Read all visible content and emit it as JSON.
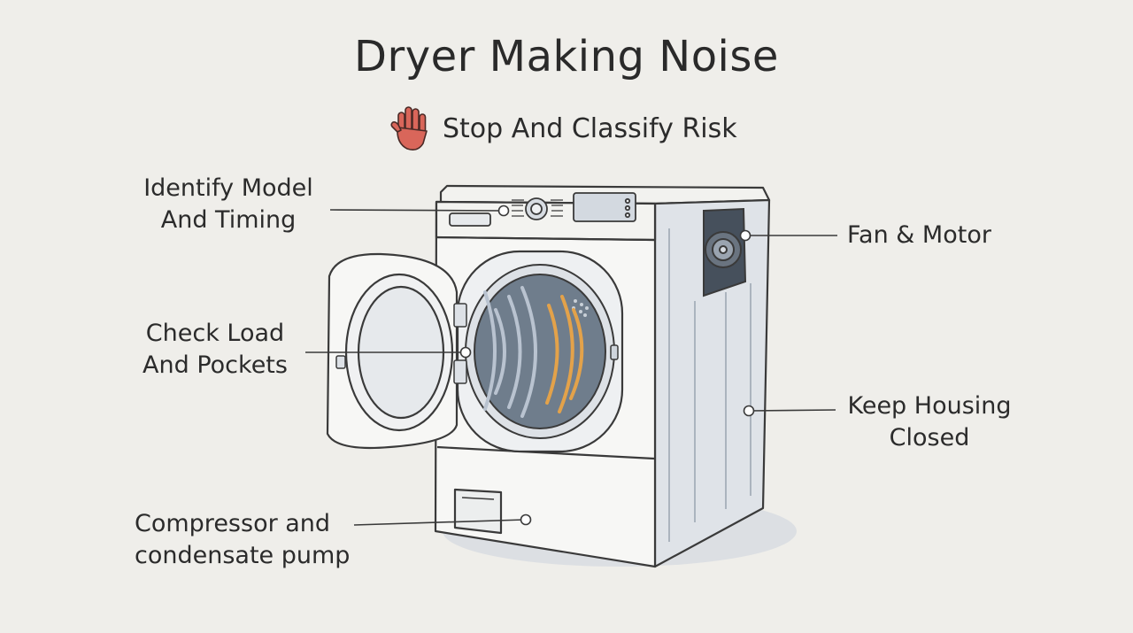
{
  "title": "Dryer Making Noise",
  "subtitle": {
    "text": "Stop And Classify Risk",
    "icon": "hand-stop-icon",
    "icon_color": "#d9665a"
  },
  "callouts": [
    {
      "id": "model",
      "lines": [
        "Identify Model",
        "And Timing"
      ]
    },
    {
      "id": "load",
      "lines": [
        "Check Load",
        "And Pockets"
      ]
    },
    {
      "id": "compressor",
      "lines": [
        "Compressor and",
        "condensate pump"
      ]
    },
    {
      "id": "fan",
      "lines": [
        "Fan & Motor"
      ]
    },
    {
      "id": "housing",
      "lines": [
        "Keep Housing",
        "Closed"
      ]
    }
  ],
  "colors": {
    "background": "#efeeea",
    "outline": "#3a3a3a",
    "appliance_fill": "#f6f6f4",
    "appliance_shade": "#d9dde3",
    "drum_fill": "#6f7d8c",
    "sound_wave_blue": "#b9c3d0",
    "sound_wave_orange": "#e3a24a"
  }
}
